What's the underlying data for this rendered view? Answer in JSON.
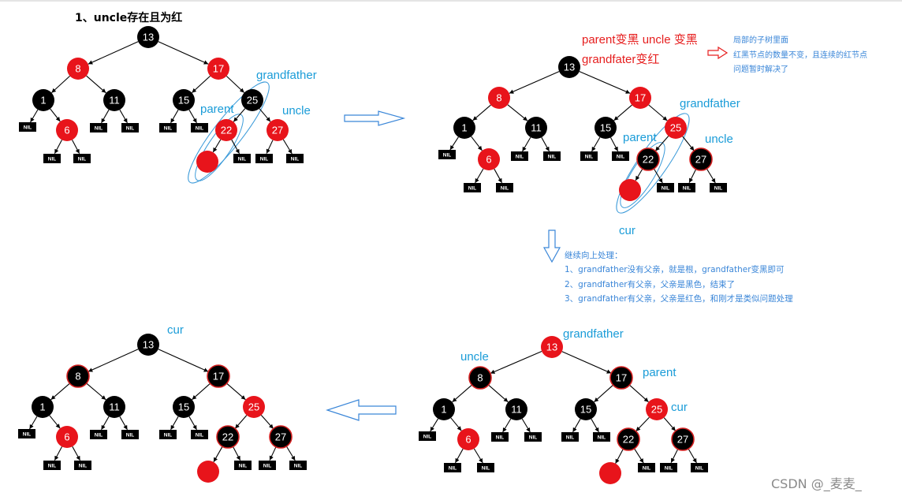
{
  "title": "1、uncle存在且为红",
  "watermark": "CSDN @_麦麦_",
  "colors": {
    "red_node": "#e8141b",
    "black_node": "#000000",
    "red_ring": "#d42020",
    "label_cyan": "#1a9cd8",
    "step_red": "#e61e1e",
    "note_blue": "#3a86d8"
  },
  "notes": {
    "side": [
      "局部的子树里面",
      "红黑节点的数量不变，且连续的红节点",
      "问题暂时解决了"
    ],
    "continue": [
      "继续向上处理：",
      "1、grandfather没有父亲，就是根，grandfather变黑即可",
      "2、grandfather有父亲，父亲是黑色，结束了",
      "3、grandfather有父亲，父亲是红色，和刚才是类似问题处理"
    ]
  },
  "trees": [
    {
      "labels": [
        {
          "text": "grandfather",
          "color": "#1a9cd8"
        },
        {
          "text": "parent",
          "color": "#1a9cd8"
        },
        {
          "text": "uncle",
          "color": "#1a9cd8"
        }
      ],
      "root": {
        "label": "13",
        "color": "#000000",
        "children": [
          {
            "label": "8",
            "color": "#e8141b",
            "children": [
              {
                "label": "1",
                "color": "#000000",
                "children": [
                  {
                    "label": "NIL"
                  },
                  {
                    "label": "6",
                    "color": "#e8141b",
                    "children": [
                      {
                        "label": "NIL"
                      },
                      {
                        "label": "NIL"
                      }
                    ]
                  }
                ]
              },
              {
                "label": "11",
                "color": "#000000",
                "children": [
                  {
                    "label": "NIL"
                  },
                  {
                    "label": "NIL"
                  }
                ]
              }
            ]
          },
          {
            "label": "17",
            "color": "#e8141b",
            "children": [
              {
                "label": "15",
                "color": "#000000",
                "children": [
                  {
                    "label": "NIL"
                  },
                  {
                    "label": "NIL"
                  }
                ]
              },
              {
                "label": "25",
                "color": "#000000",
                "children": [
                  {
                    "label": "22",
                    "color": "#e8141b",
                    "children": [
                      {
                        "color": "#e8141b"
                      },
                      {
                        "label": "NIL"
                      }
                    ]
                  },
                  {
                    "label": "27",
                    "color": "#e8141b",
                    "children": [
                      {
                        "label": "NIL"
                      },
                      {
                        "label": "NIL"
                      }
                    ]
                  }
                ]
              }
            ]
          }
        ]
      }
    },
    {
      "labels": [
        {
          "text": "parent变黑 uncle 变黑",
          "color": "#e61e1e"
        },
        {
          "text": "grandfater变红",
          "color": "#e61e1e"
        },
        {
          "text": "grandfather",
          "color": "#1a9cd8"
        },
        {
          "text": "parent",
          "color": "#1a9cd8"
        },
        {
          "text": "uncle",
          "color": "#1a9cd8"
        },
        {
          "text": "cur",
          "color": "#1a9cd8"
        }
      ],
      "root": {
        "label": "13",
        "color": "#000000",
        "children": [
          {
            "label": "8",
            "color": "#e8141b",
            "children": [
              {
                "label": "1",
                "color": "#000000",
                "children": [
                  {
                    "label": "NIL"
                  },
                  {
                    "label": "6",
                    "color": "#e8141b",
                    "children": [
                      {
                        "label": "NIL"
                      },
                      {
                        "label": "NIL"
                      }
                    ]
                  }
                ]
              },
              {
                "label": "11",
                "color": "#000000",
                "children": [
                  {
                    "label": "NIL"
                  },
                  {
                    "label": "NIL"
                  }
                ]
              }
            ]
          },
          {
            "label": "17",
            "color": "#e8141b",
            "children": [
              {
                "label": "15",
                "color": "#000000",
                "children": [
                  {
                    "label": "NIL"
                  },
                  {
                    "label": "NIL"
                  }
                ]
              },
              {
                "label": "25",
                "color": "#e8141b",
                "children": [
                  {
                    "label": "22",
                    "color": "#000000",
                    "ring": "#d42020",
                    "children": [
                      {
                        "color": "#e8141b"
                      },
                      {
                        "label": "NIL"
                      }
                    ]
                  },
                  {
                    "label": "27",
                    "color": "#000000",
                    "ring": "#d42020",
                    "children": [
                      {
                        "label": "NIL"
                      },
                      {
                        "label": "NIL"
                      }
                    ]
                  }
                ]
              }
            ]
          }
        ]
      }
    },
    {
      "labels": [
        {
          "text": "grandfather",
          "color": "#1a9cd8"
        },
        {
          "text": "uncle",
          "color": "#1a9cd8"
        },
        {
          "text": "parent",
          "color": "#1a9cd8"
        },
        {
          "text": "cur",
          "color": "#1a9cd8"
        }
      ],
      "root": {
        "label": "13",
        "color": "#e8141b",
        "children": [
          {
            "label": "8",
            "color": "#000000",
            "ring": "#d42020",
            "children": [
              {
                "label": "1",
                "color": "#000000",
                "children": [
                  {
                    "label": "NIL"
                  },
                  {
                    "label": "6",
                    "color": "#e8141b",
                    "children": [
                      {
                        "label": "NIL"
                      },
                      {
                        "label": "NIL"
                      }
                    ]
                  }
                ]
              },
              {
                "label": "11",
                "color": "#000000",
                "children": [
                  {
                    "label": "NIL"
                  },
                  {
                    "label": "NIL"
                  }
                ]
              }
            ]
          },
          {
            "label": "17",
            "color": "#000000",
            "ring": "#d42020",
            "children": [
              {
                "label": "15",
                "color": "#000000",
                "children": [
                  {
                    "label": "NIL"
                  },
                  {
                    "label": "NIL"
                  }
                ]
              },
              {
                "label": "25",
                "color": "#e8141b",
                "children": [
                  {
                    "label": "22",
                    "color": "#000000",
                    "ring": "#d42020",
                    "children": [
                      {
                        "color": "#e8141b"
                      },
                      {
                        "label": "NIL"
                      }
                    ]
                  },
                  {
                    "label": "27",
                    "color": "#000000",
                    "ring": "#d42020",
                    "children": [
                      {
                        "label": "NIL"
                      },
                      {
                        "label": "NIL"
                      }
                    ]
                  }
                ]
              }
            ]
          }
        ]
      }
    },
    {
      "labels": [
        {
          "text": "cur",
          "color": "#1a9cd8"
        }
      ],
      "root": {
        "label": "13",
        "color": "#000000",
        "children": [
          {
            "label": "8",
            "color": "#000000",
            "ring": "#d42020",
            "children": [
              {
                "label": "1",
                "color": "#000000",
                "children": [
                  {
                    "label": "NIL"
                  },
                  {
                    "label": "6",
                    "color": "#e8141b",
                    "children": [
                      {
                        "label": "NIL"
                      },
                      {
                        "label": "NIL"
                      }
                    ]
                  }
                ]
              },
              {
                "label": "11",
                "color": "#000000",
                "children": [
                  {
                    "label": "NIL"
                  },
                  {
                    "label": "NIL"
                  }
                ]
              }
            ]
          },
          {
            "label": "17",
            "color": "#000000",
            "ring": "#d42020",
            "children": [
              {
                "label": "15",
                "color": "#000000",
                "children": [
                  {
                    "label": "NIL"
                  },
                  {
                    "label": "NIL"
                  }
                ]
              },
              {
                "label": "25",
                "color": "#e8141b",
                "children": [
                  {
                    "label": "22",
                    "color": "#000000",
                    "ring": "#d42020",
                    "children": [
                      {
                        "color": "#e8141b"
                      },
                      {
                        "label": "NIL"
                      }
                    ]
                  },
                  {
                    "label": "27",
                    "color": "#000000",
                    "ring": "#d42020",
                    "children": [
                      {
                        "label": "NIL"
                      },
                      {
                        "label": "NIL"
                      }
                    ]
                  }
                ]
              }
            ]
          }
        ]
      }
    }
  ]
}
